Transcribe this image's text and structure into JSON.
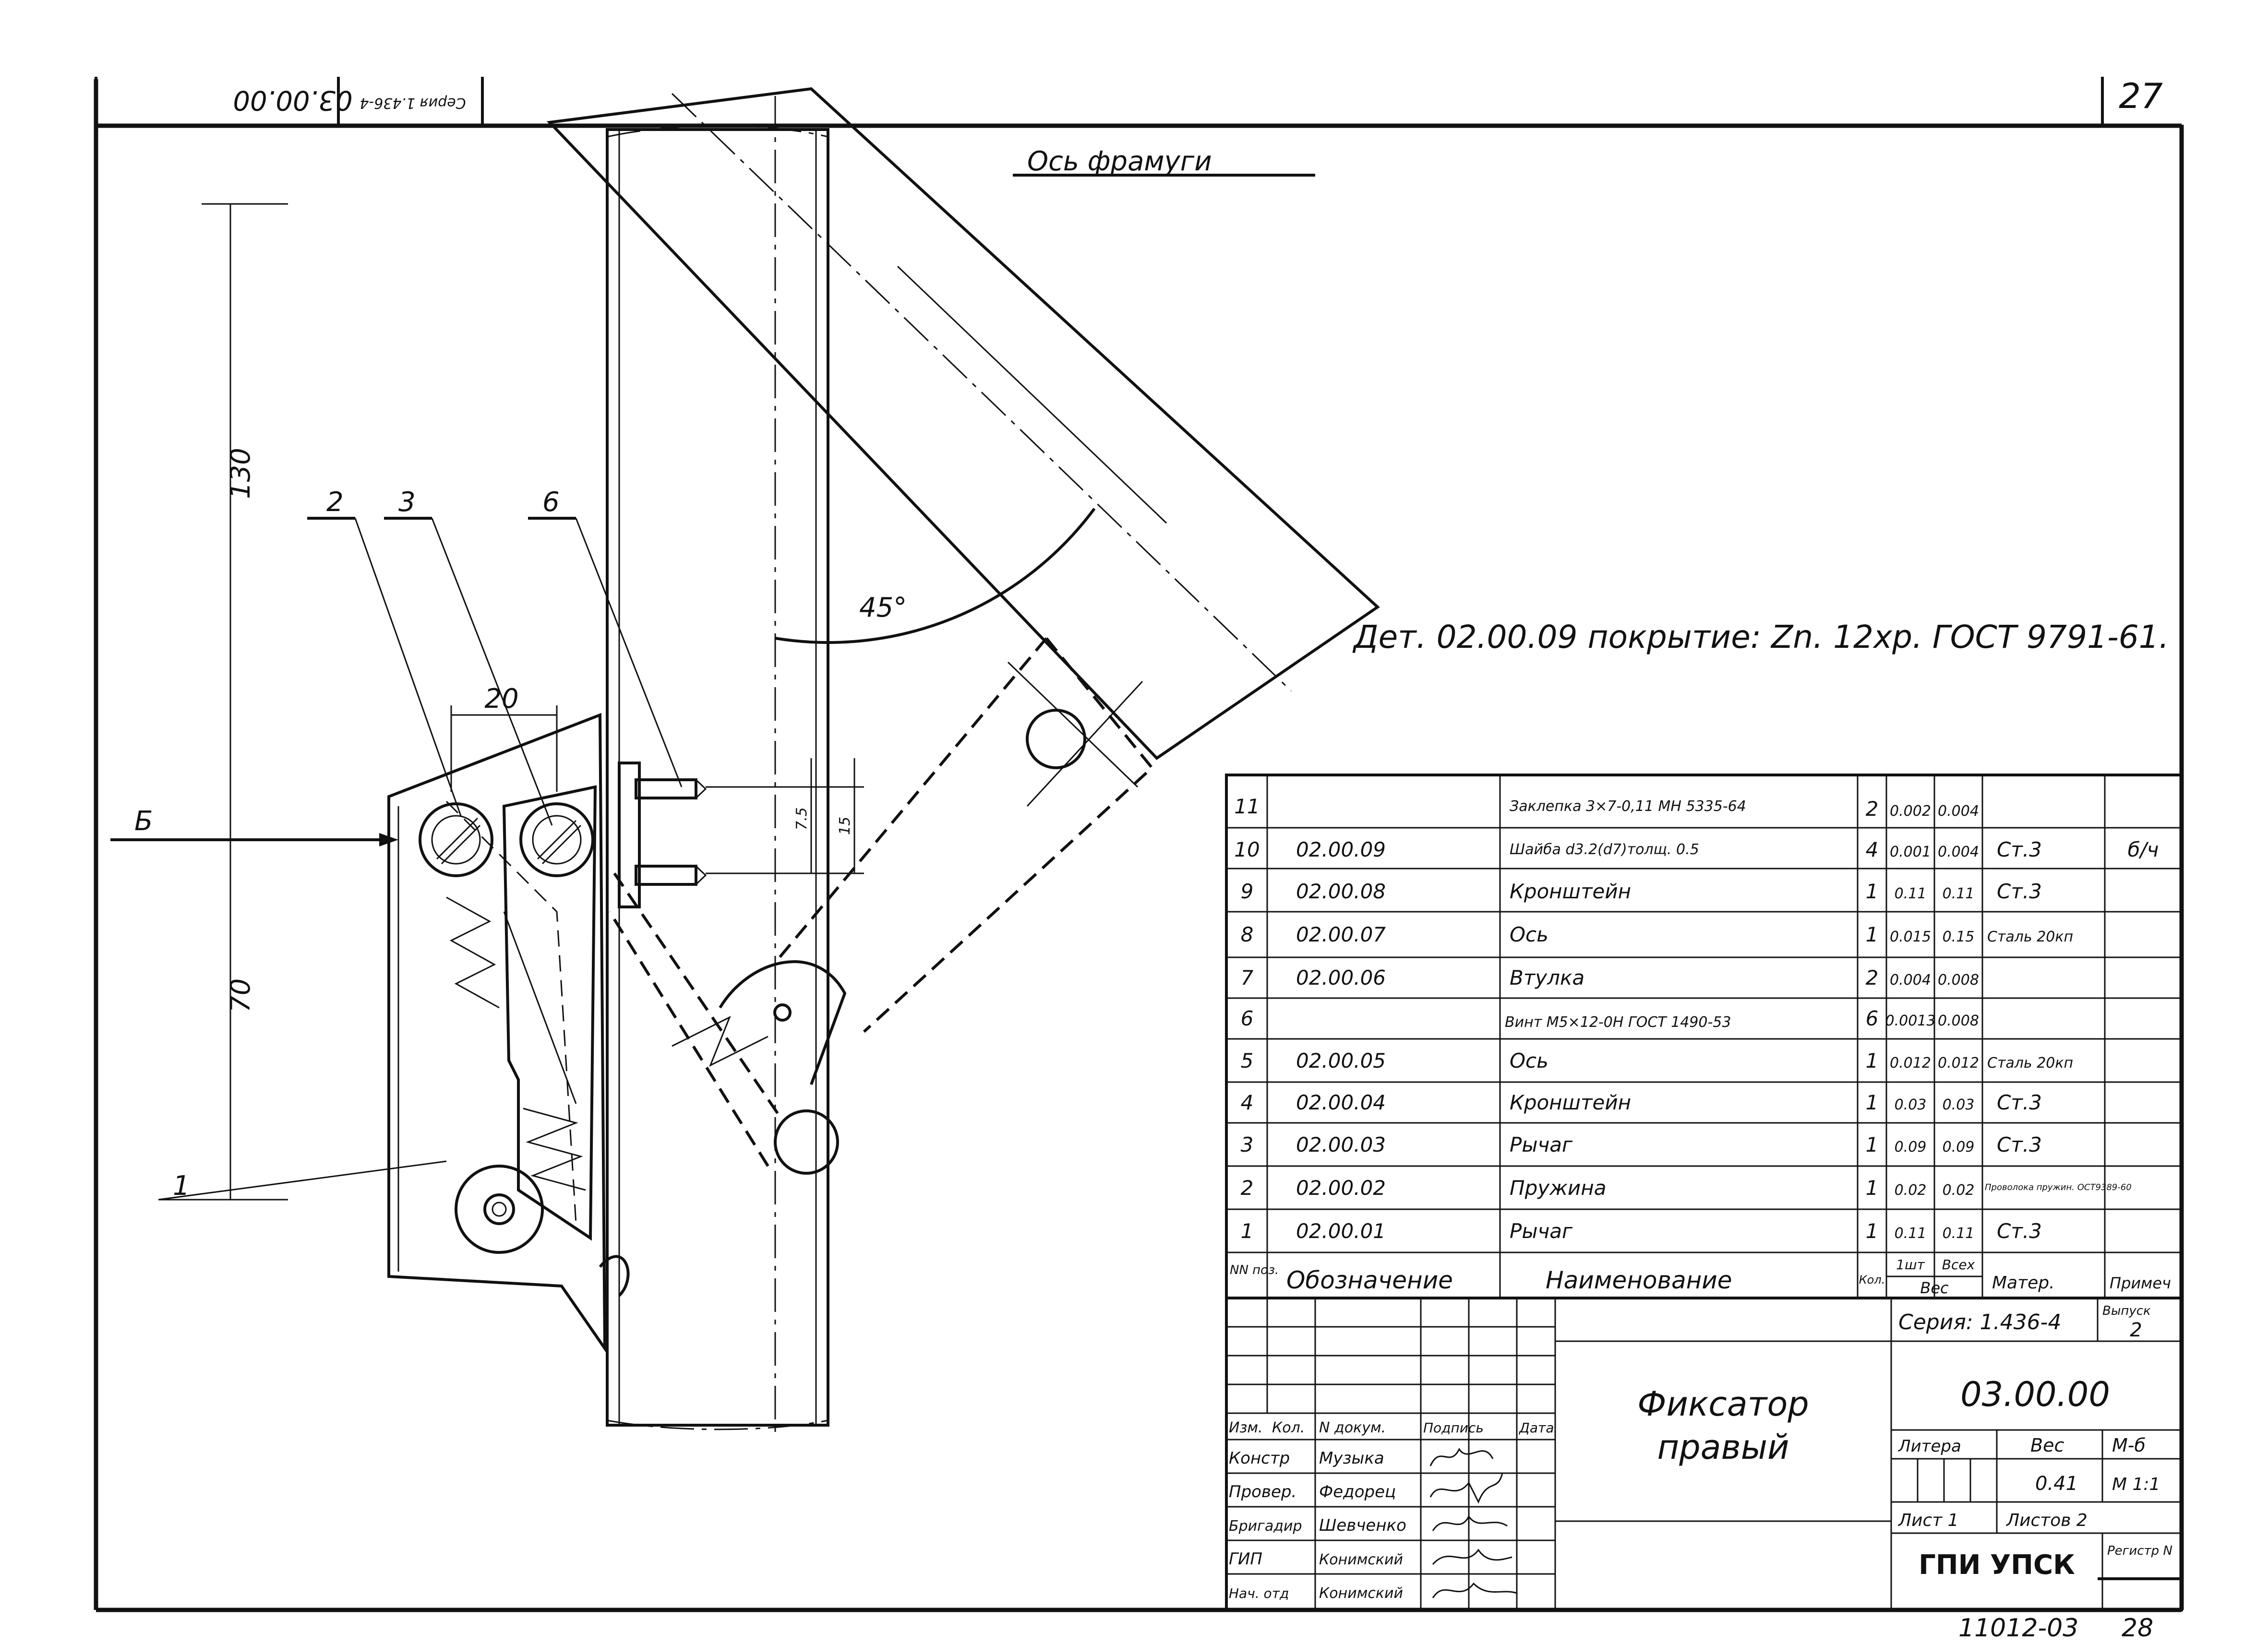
{
  "sheet": {
    "sheet_number": "27",
    "corner_code": "03.00.00",
    "corner_series": "Серия 1.436-4"
  },
  "drawing": {
    "axis_label": "Ось фрамуги",
    "detail_note": "Дет. 02.00.09 покрытие: Zn. 12хр. ГОСТ 9791-61.",
    "angle_label": "45°",
    "view_label": "Б",
    "dimensions": {
      "d130": "130",
      "d70": "70",
      "d20": "20",
      "d7_5": "7.5",
      "d15": "15"
    },
    "callouts": [
      "1",
      "2",
      "3",
      "6"
    ]
  },
  "parts_table": {
    "rows": [
      {
        "pos": "11",
        "designation": "",
        "name": "Заклепка 3×7-0,11 МН 5335-64",
        "qty": "2",
        "w_one": "0.002",
        "w_all": "0.004",
        "material": "",
        "note": ""
      },
      {
        "pos": "10",
        "designation": "02.00.09",
        "name": "Шайба d3.2(d7)толщ. 0.5",
        "qty": "4",
        "w_one": "0.001",
        "w_all": "0.004",
        "material": "Ст.3",
        "note": "б/ч"
      },
      {
        "pos": "9",
        "designation": "02.00.08",
        "name": "Кронштейн",
        "qty": "1",
        "w_one": "0.11",
        "w_all": "0.11",
        "material": "Ст.3",
        "note": ""
      },
      {
        "pos": "8",
        "designation": "02.00.07",
        "name": "Ось",
        "qty": "1",
        "w_one": "0.015",
        "w_all": "0.15",
        "material": "Сталь 20кп",
        "note": ""
      },
      {
        "pos": "7",
        "designation": "02.00.06",
        "name": "Втулка",
        "qty": "2",
        "w_one": "0.004",
        "w_all": "0.008",
        "material": "",
        "note": ""
      },
      {
        "pos": "6",
        "designation": "",
        "name": "Винт М5×12-0Н ГОСТ 1490-53",
        "qty": "6",
        "w_one": "0.0013",
        "w_all": "0.008",
        "material": "",
        "note": ""
      },
      {
        "pos": "5",
        "designation": "02.00.05",
        "name": "Ось",
        "qty": "1",
        "w_one": "0.012",
        "w_all": "0.012",
        "material": "Сталь 20кп",
        "note": ""
      },
      {
        "pos": "4",
        "designation": "02.00.04",
        "name": "Кронштейн",
        "qty": "1",
        "w_one": "0.03",
        "w_all": "0.03",
        "material": "Ст.3",
        "note": ""
      },
      {
        "pos": "3",
        "designation": "02.00.03",
        "name": "Рычаг",
        "qty": "1",
        "w_one": "0.09",
        "w_all": "0.09",
        "material": "Ст.3",
        "note": ""
      },
      {
        "pos": "2",
        "designation": "02.00.02",
        "name": "Пружина",
        "qty": "1",
        "w_one": "0.02",
        "w_all": "0.02",
        "material": "Проволока пружин. ОСТ9389-60",
        "note": ""
      },
      {
        "pos": "1",
        "designation": "02.00.01",
        "name": "Рычаг",
        "qty": "1",
        "w_one": "0.11",
        "w_all": "0.11",
        "material": "Ст.3",
        "note": ""
      }
    ],
    "header": {
      "pos": "NN поз.",
      "designation": "Обозначение",
      "name": "Наименование",
      "qty": "Кол.",
      "w_one": "1шт",
      "w_all": "Всех",
      "weight": "Вес",
      "material": "Матер.",
      "note": "Примеч"
    }
  },
  "title_block": {
    "series": "Серия: 1.436-4",
    "issue_label": "Выпуск",
    "issue_value": "2",
    "title_line1": "Фиксатор",
    "title_line2": "правый",
    "code": "03.00.00",
    "litera_label": "Литера",
    "weight_label": "Вес",
    "scale_label": "М-б",
    "weight_value": "0.41",
    "scale_value": "М 1:1",
    "sheet_label": "Лист 1",
    "sheets_label": "Листов 2",
    "org": "ГПИ УПСК",
    "reg_label": "Регистр N",
    "doc_number": "11012-03",
    "page_index": "28",
    "sign_header": [
      "Изм.",
      "Кол.",
      "N докум.",
      "Подпись",
      "Дата"
    ],
    "roles": [
      {
        "role": "Констр",
        "name": "Музыка"
      },
      {
        "role": "Провер.",
        "name": "Федорец"
      },
      {
        "role": "Бригадир",
        "name": "Шевченко"
      },
      {
        "role": "ГИП",
        "name": "Конимский"
      },
      {
        "role": "Нач. отд",
        "name": "Конимский"
      }
    ]
  },
  "colors": {
    "ink": "#111111",
    "paper": "#ffffff"
  }
}
